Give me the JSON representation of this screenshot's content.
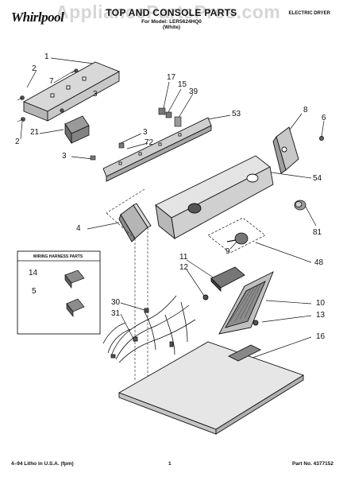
{
  "header": {
    "brand": "Whirlpool",
    "title": "TOP AND CONSOLE PARTS",
    "model_line": "For Model: LER5624HQ0",
    "variant": "(White)",
    "product_type": "ELECTRIC DRYER",
    "watermark": "AppliancePartsPros.com"
  },
  "harness_box": {
    "title": "WIRING HARNESS PARTS"
  },
  "callouts": {
    "c1": "1",
    "c2a": "2",
    "c2b": "2",
    "c7": "7",
    "c3a": "3",
    "c3b": "3",
    "c3c": "3",
    "c21": "21",
    "c17": "17",
    "c15": "15",
    "c39": "39",
    "c72": "72",
    "c53": "53",
    "c8": "8",
    "c6": "6",
    "c54": "54",
    "c4": "4",
    "c81": "81",
    "c9": "9",
    "c48": "48",
    "c14": "14",
    "c5": "5",
    "c11": "11",
    "c12": "12",
    "c10": "10",
    "c13": "13",
    "c30": "30",
    "c31": "31",
    "c16": "16"
  },
  "footer": {
    "left": "4–94 Litho in U.S.A. (fpm)",
    "page": "1",
    "part_no": "Part No. 4377152"
  }
}
